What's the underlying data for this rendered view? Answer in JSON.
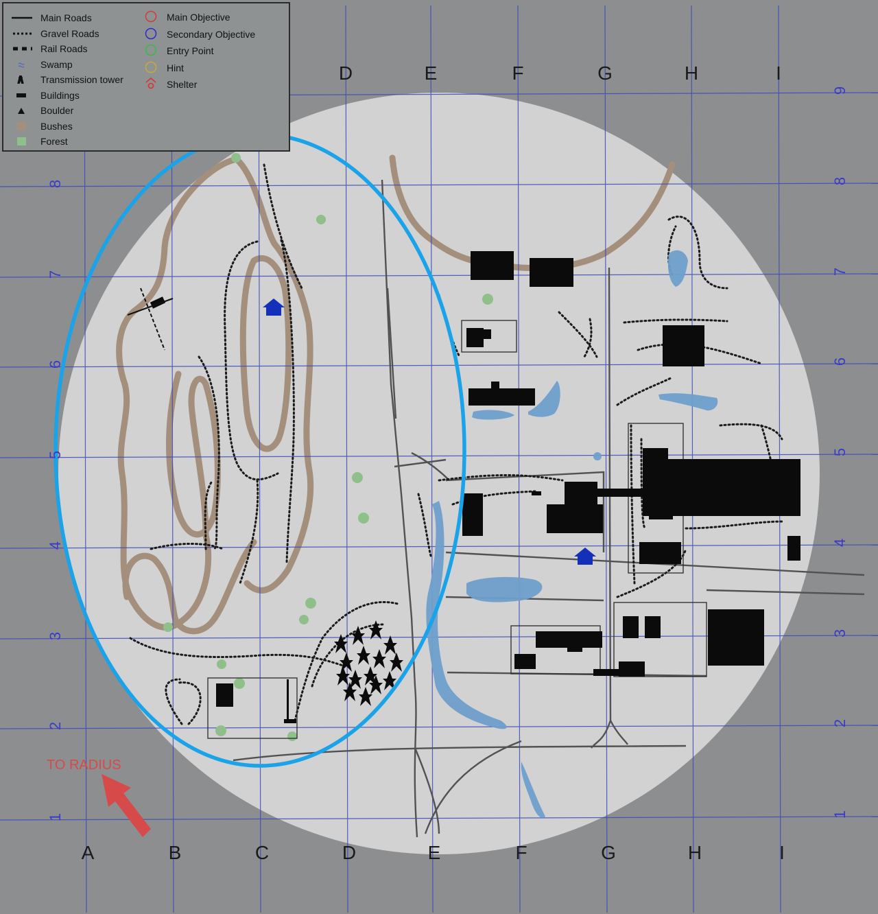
{
  "map": {
    "columns": [
      "A",
      "B",
      "C",
      "D",
      "E",
      "F",
      "G",
      "H",
      "I"
    ],
    "columns_top": [
      "D",
      "E",
      "F",
      "G",
      "H",
      "I"
    ],
    "rows": [
      "1",
      "2",
      "3",
      "4",
      "5",
      "6",
      "7",
      "8",
      "9"
    ],
    "direction_label": "TO RADIUS",
    "highlight_color": "#1aa3e8",
    "objective_color": "#1530b8",
    "accent_color": "#d64a4a"
  },
  "legend": {
    "left": [
      {
        "label": "Main Roads",
        "icon": "main-road-line"
      },
      {
        "label": "Gravel Roads",
        "icon": "gravel-road-dots"
      },
      {
        "label": "Rail Roads",
        "icon": "rail-road-dashes"
      },
      {
        "label": "Swamp",
        "icon": "swamp-icon"
      },
      {
        "label": "Transmission tower",
        "icon": "tower-icon"
      },
      {
        "label": "Buildings",
        "icon": "building-icon"
      },
      {
        "label": "Boulder",
        "icon": "boulder-icon"
      },
      {
        "label": "Bushes",
        "icon": "bushes-swatch"
      },
      {
        "label": "Forest",
        "icon": "forest-swatch"
      }
    ],
    "right": [
      {
        "label": "Main Objective",
        "icon": "red-circle-icon",
        "color": "#d33a3a"
      },
      {
        "label": "Secondary Objective",
        "icon": "blue-circle-icon",
        "color": "#2a2ad0"
      },
      {
        "label": "Entry Point",
        "icon": "green-circle-icon",
        "color": "#3cb84a"
      },
      {
        "label": "Hint",
        "icon": "yellow-circle-icon",
        "color": "#c9a83a"
      },
      {
        "label": "Shelter",
        "icon": "shelter-icon",
        "color": "#d33a3a"
      }
    ]
  }
}
